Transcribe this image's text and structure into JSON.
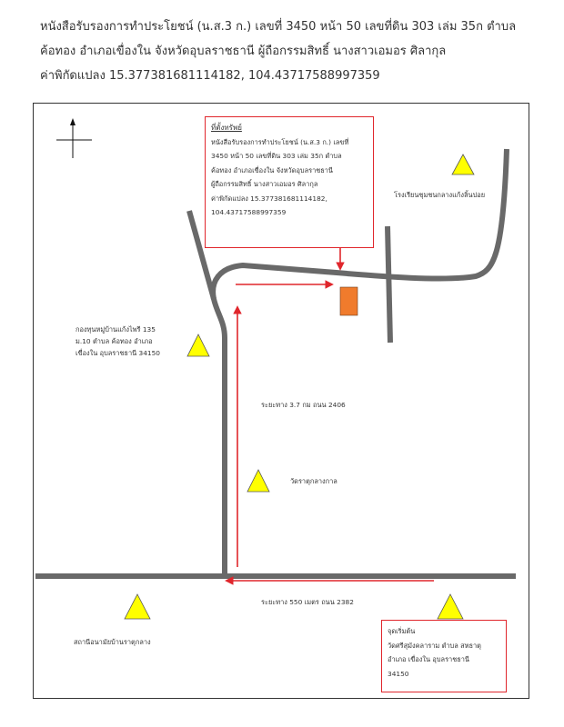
{
  "header": {
    "line1": "หนังสือรับรองการทำประโยชน์ (น.ส.3 ก.) เลขที่ 3450 หน้า 50 เลขที่ดิน 303 เล่ม 35ก ตำบล",
    "line2": "ค้อทอง อำเภอเขื่องใน จังหวัดอุบลราชธานี ผู้ถือกรรมสิทธิ์ นางสาวเอมอร ศิลากุล",
    "line3": "ค่าพิกัดแปลง 15.377381681114182, 104.43717588997359"
  },
  "property_box": {
    "title": "ที่ตั้งทรัพย์",
    "lines": [
      "หนังสือรับรองการทำประโยชน์ (น.ส.3 ก.) เลขที่",
      "3450 หน้า 50 เลขที่ดิน 303 เล่ม 35ก ตำบล",
      "ค้อทอง อำเภอเขื่องใน จังหวัดอุบลราชธานี",
      " ผู้ถือกรรมสิทธิ์ นางสาวเอมอร ศิลากุล",
      "ค่าพิกัดแปลง 15.377381681114182,",
      "104.43717588997359"
    ]
  },
  "start_box": {
    "title": "จุดเริ่มต้น",
    "lines": [
      "วัดศรีสุมังคลาราม ตำบล สหธาตุ",
      "อำเภอ เขื่องใน อุบลราชธานี",
      "34150"
    ]
  },
  "landmarks": {
    "school": "โรงเรียนชุมชนกลางแก้งลิ้นปอย",
    "fund": [
      "กองทุนหมู่บ้านแก้งไพรี 135",
      "ม.10 ตำบล ค้อทอง อำเภอ",
      "เขื่องใน อุบลราชธานี 34150"
    ],
    "temple": "วัดราตุกลางกาล",
    "health": "สถานีอนามัยบ้านราตุกลาง"
  },
  "distances": {
    "north_road": "ระยะทาง 3.7 กม ถนน 2406",
    "south_road": "ระยะทาง 550 เมตร ถนน 2382"
  },
  "colors": {
    "road": "#696969",
    "arrow": "#e0262c",
    "box_border": "#e0262c",
    "plot": "#f07b2c",
    "landmark_fill": "#ffff00"
  },
  "icons": {
    "north": "north-arrow-icon",
    "landmark": "triangle-landmark-icon",
    "plot": "plot-marker-icon"
  }
}
